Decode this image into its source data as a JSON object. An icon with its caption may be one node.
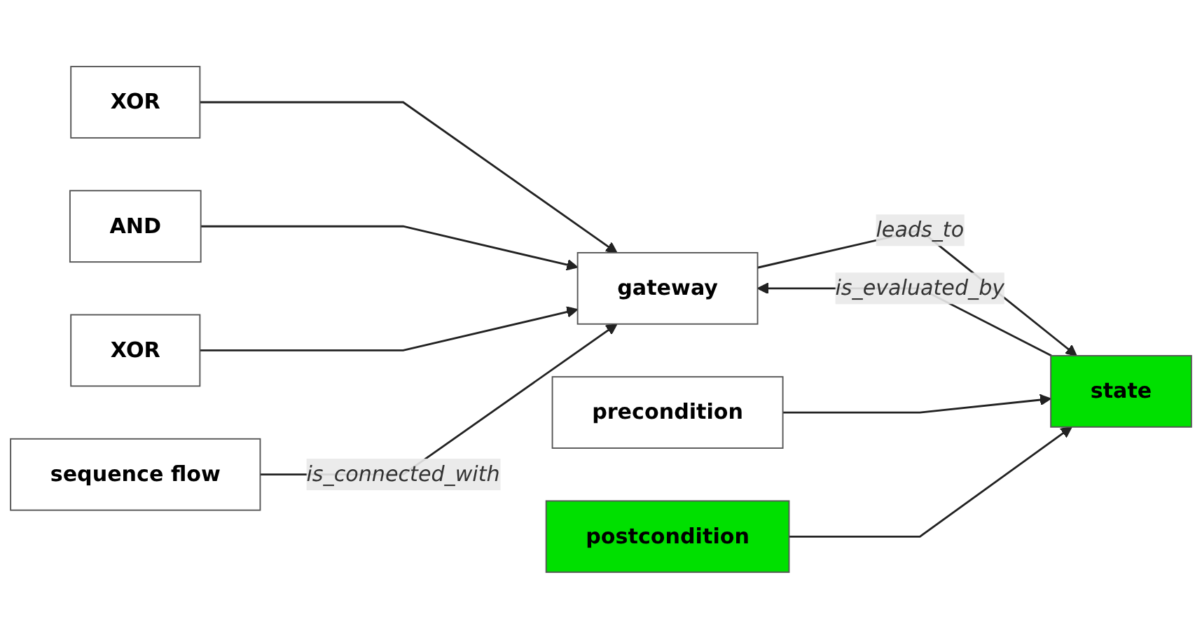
{
  "diagram": {
    "nodes": [
      {
        "text": [
          "XOR"
        ]
      },
      {
        "text": [
          "AND"
        ]
      },
      {
        "text": [
          "XOR"
        ]
      },
      {
        "text": [
          "gateway"
        ]
      },
      {
        "text": [
          "state"
        ]
      },
      {
        "text": [
          "precondition"
        ]
      },
      {
        "text": [
          "postcondition"
        ]
      },
      {
        "text": [
          "sequence flow"
        ]
      }
    ],
    "edges": [
      {
        "from": 0,
        "to": 3,
        "arrow": "to"
      },
      {
        "from": 1,
        "to": 3,
        "arrow": "to"
      },
      {
        "from": 2,
        "to": 3,
        "arrow": "to"
      },
      {
        "from": 4,
        "to": 3,
        "arrow": "to",
        "label": "is_evaluated_by"
      },
      {
        "from": 3,
        "to": 4,
        "arrow": "to",
        "label": "leads_to"
      },
      {
        "from": 5,
        "to": 4,
        "arrow": "to"
      },
      {
        "from": 6,
        "to": 4,
        "arrow": "to"
      },
      {
        "from": 7,
        "to": 3,
        "arrow": "to",
        "label": "is_connected_with"
      }
    ]
  }
}
